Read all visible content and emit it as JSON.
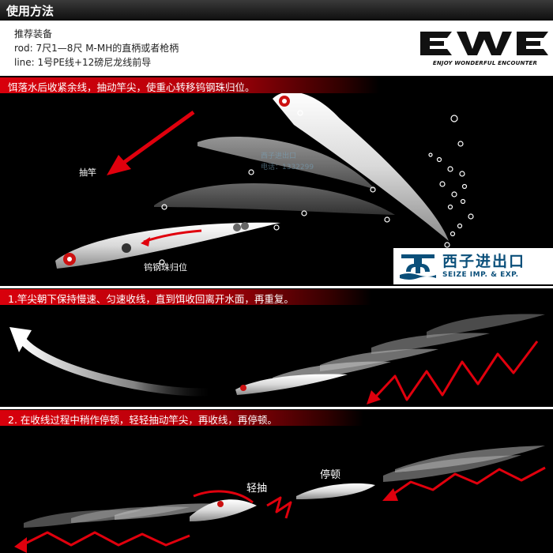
{
  "header": {
    "title": "使用方法"
  },
  "info": {
    "title": "推荐装备",
    "rod": "rod:  7尺1—8尺  M-MH的直柄或者枪柄",
    "line": "line:  1号PE线+12磅尼龙线前导"
  },
  "brand": {
    "logo": "EWE",
    "tagline": "ENJOY WONDERFUL ENCOUNTER"
  },
  "step0": {
    "banner": "饵落水后收紧余线，抽动竿尖，使重心转移钨钢珠归位。",
    "label_rod": "抽竿",
    "label_balls": "钨钢珠归位"
  },
  "watermark": {
    "line1": "西子进出口",
    "line2": "电话：1332299"
  },
  "seize_logo": {
    "cn": "西子进出口",
    "en": "SEIZE IMP. & EXP."
  },
  "step1": {
    "banner": "1.竿尖朝下保持慢速、匀速收线，直到饵收回离开水面，再重复。"
  },
  "step2": {
    "banner": "2. 在收线过程中稍作停顿，轻轻抽动竿尖，再收线，再停顿。",
    "label_twitch": "轻抽",
    "label_pause": "停顿"
  },
  "colors": {
    "accent_red": "#d8000c",
    "background": "#000000",
    "logo_blue": "#0a4f7a"
  }
}
